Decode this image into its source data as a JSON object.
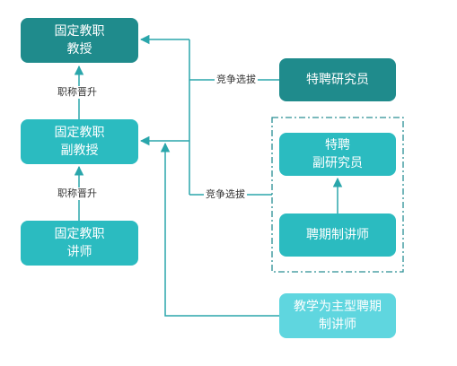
{
  "colors": {
    "dark": "#1f8b8c",
    "mid": "#2bbbc0",
    "light": "#5fd6df",
    "line": "#2aa6ab",
    "dashed": "#2a8f95"
  },
  "nodes": {
    "professor": {
      "line1": "固定教职",
      "line2": "教授"
    },
    "assoc_professor": {
      "line1": "固定教职",
      "line2": "副教授"
    },
    "lecturer": {
      "line1": "固定教职",
      "line2": "讲师"
    },
    "researcher": {
      "line1": "特聘研究员"
    },
    "assoc_researcher": {
      "line1": "特聘",
      "line2": "副研究员"
    },
    "fixed_term": {
      "line1": "聘期制讲师"
    },
    "teaching": {
      "line1": "教学为主型聘期",
      "line2": "制讲师"
    }
  },
  "labels": {
    "promote_top": "职称晋升",
    "promote_bottom": "职称晋升",
    "compete_top": "竞争选拔",
    "compete_bottom": "竞争选拔"
  }
}
